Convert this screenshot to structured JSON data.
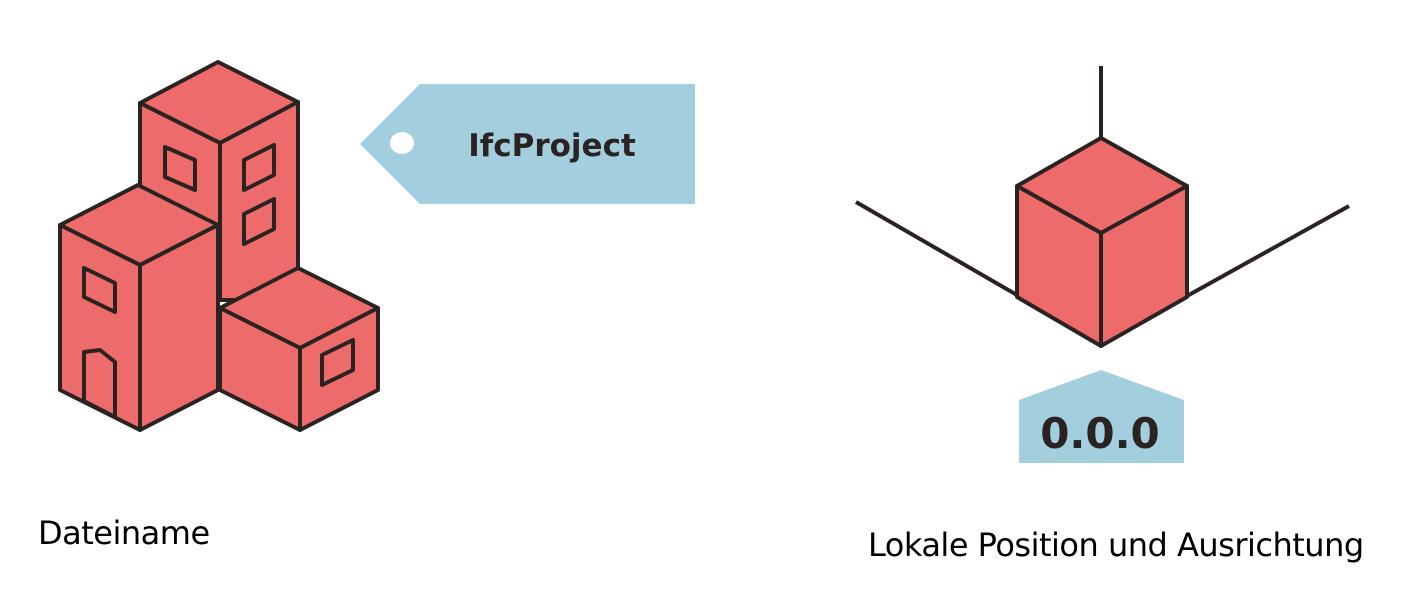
{
  "colors": {
    "building_fill": "#ee6b6b",
    "outline": "#2a2322",
    "tag_fill": "#a2cedd",
    "text_dark": "#2a2322",
    "background": "#ffffff"
  },
  "left_panel": {
    "tag_label": "IfcProject",
    "caption": "Dateiname",
    "icon": "building-icon"
  },
  "right_panel": {
    "origin_label": "0.0.0",
    "caption": "Lokale Position und Ausrichtung",
    "icon": "coordinate-axes-cube-icon"
  }
}
